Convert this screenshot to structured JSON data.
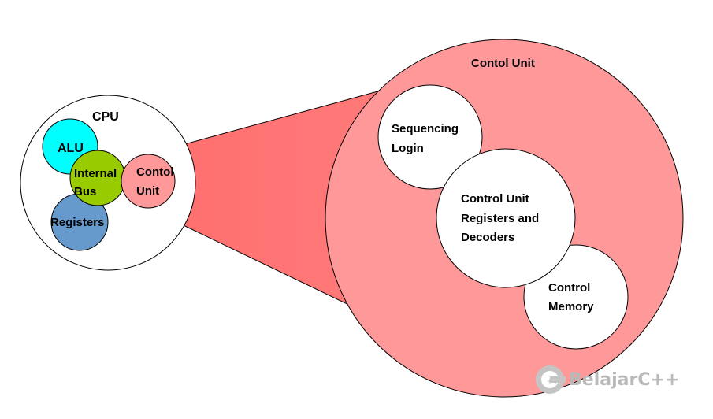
{
  "cpu": {
    "title": "CPU",
    "alu": "ALU",
    "bus_line1": "Internal",
    "bus_line2": "Bus",
    "registers": "Registers",
    "control_line1": "Contol",
    "control_line2": "Unit"
  },
  "control_unit": {
    "title": "Contol Unit",
    "sequencing_line1": "Sequencing",
    "sequencing_line2": "Login",
    "cu_regs_line1": "Control Unit",
    "cu_regs_line2": "Registers and",
    "cu_regs_line3": "Decoders",
    "memory_line1": "Control",
    "memory_line2": "Memory"
  },
  "watermark": {
    "text": "BelajarC++"
  },
  "colors": {
    "alu": "#00ffff",
    "bus": "#99cc00",
    "registers": "#6699cc",
    "control_unit": "#ff9999",
    "funnel": "#ff7777"
  }
}
